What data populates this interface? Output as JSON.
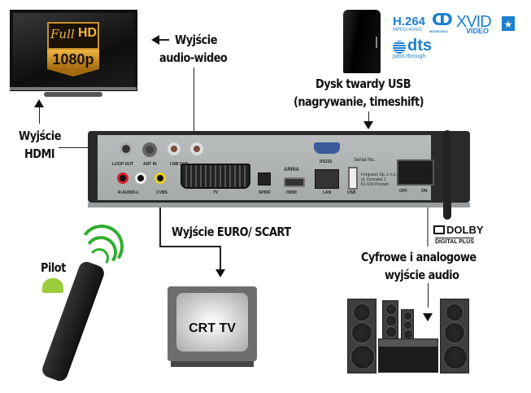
{
  "diagram": {
    "title": "Receiver connection diagram",
    "labels": {
      "av_output": [
        "Wyjście",
        "audio-wideo"
      ],
      "hdmi_output": [
        "Wyjście",
        "HDMI"
      ],
      "usb_disk": [
        "Dysk twardy USB",
        "(nagrywanie, timeshift)"
      ],
      "scart_output": "Wyjście EURO/ SCART",
      "audio_output": [
        "Cyfrowe i analogowe",
        "wyjście audio"
      ],
      "remote": "Pilot",
      "crt_tv": "CRT TV"
    },
    "tv_badge": {
      "top": "Full",
      "hd": "HD",
      "resolution": "1080p"
    },
    "logos": {
      "h264": "H.264",
      "h264_sub": "MPEG-4/AVC",
      "matroska": "MATROSKA",
      "xvid": "XVID",
      "xvid_sub": "VIDEO",
      "dts": "dts",
      "dts_sub": "pass through",
      "dolby": "DOLBY",
      "dolby_sub": "DIGITAL PLUS"
    },
    "receiver_ports": {
      "loop_out": "LOOP OUT",
      "ant_in": "ANT IN",
      "lnb_out": "LNB OUT",
      "audio": "R-AUDIO-L",
      "cvbs": "CVBS",
      "tv": "TV",
      "spdif": "SPDIF",
      "hdmi": "HDMI",
      "rs232": "RS232",
      "lan": "LAN",
      "usb": "USB",
      "serial": "Serial No.",
      "off": "OFF",
      "on": "ON",
      "brand": "ARRIA",
      "address": [
        "Ferguson Sp. z o.o.",
        "ul. Ozonska 1",
        "61-619 Poznań"
      ]
    },
    "colors": {
      "logo_blue": "#1d7fd0",
      "badge_gold": "#e8b448",
      "signal_green": "#2fae2f",
      "android_green": "#9ccc3c"
    }
  }
}
